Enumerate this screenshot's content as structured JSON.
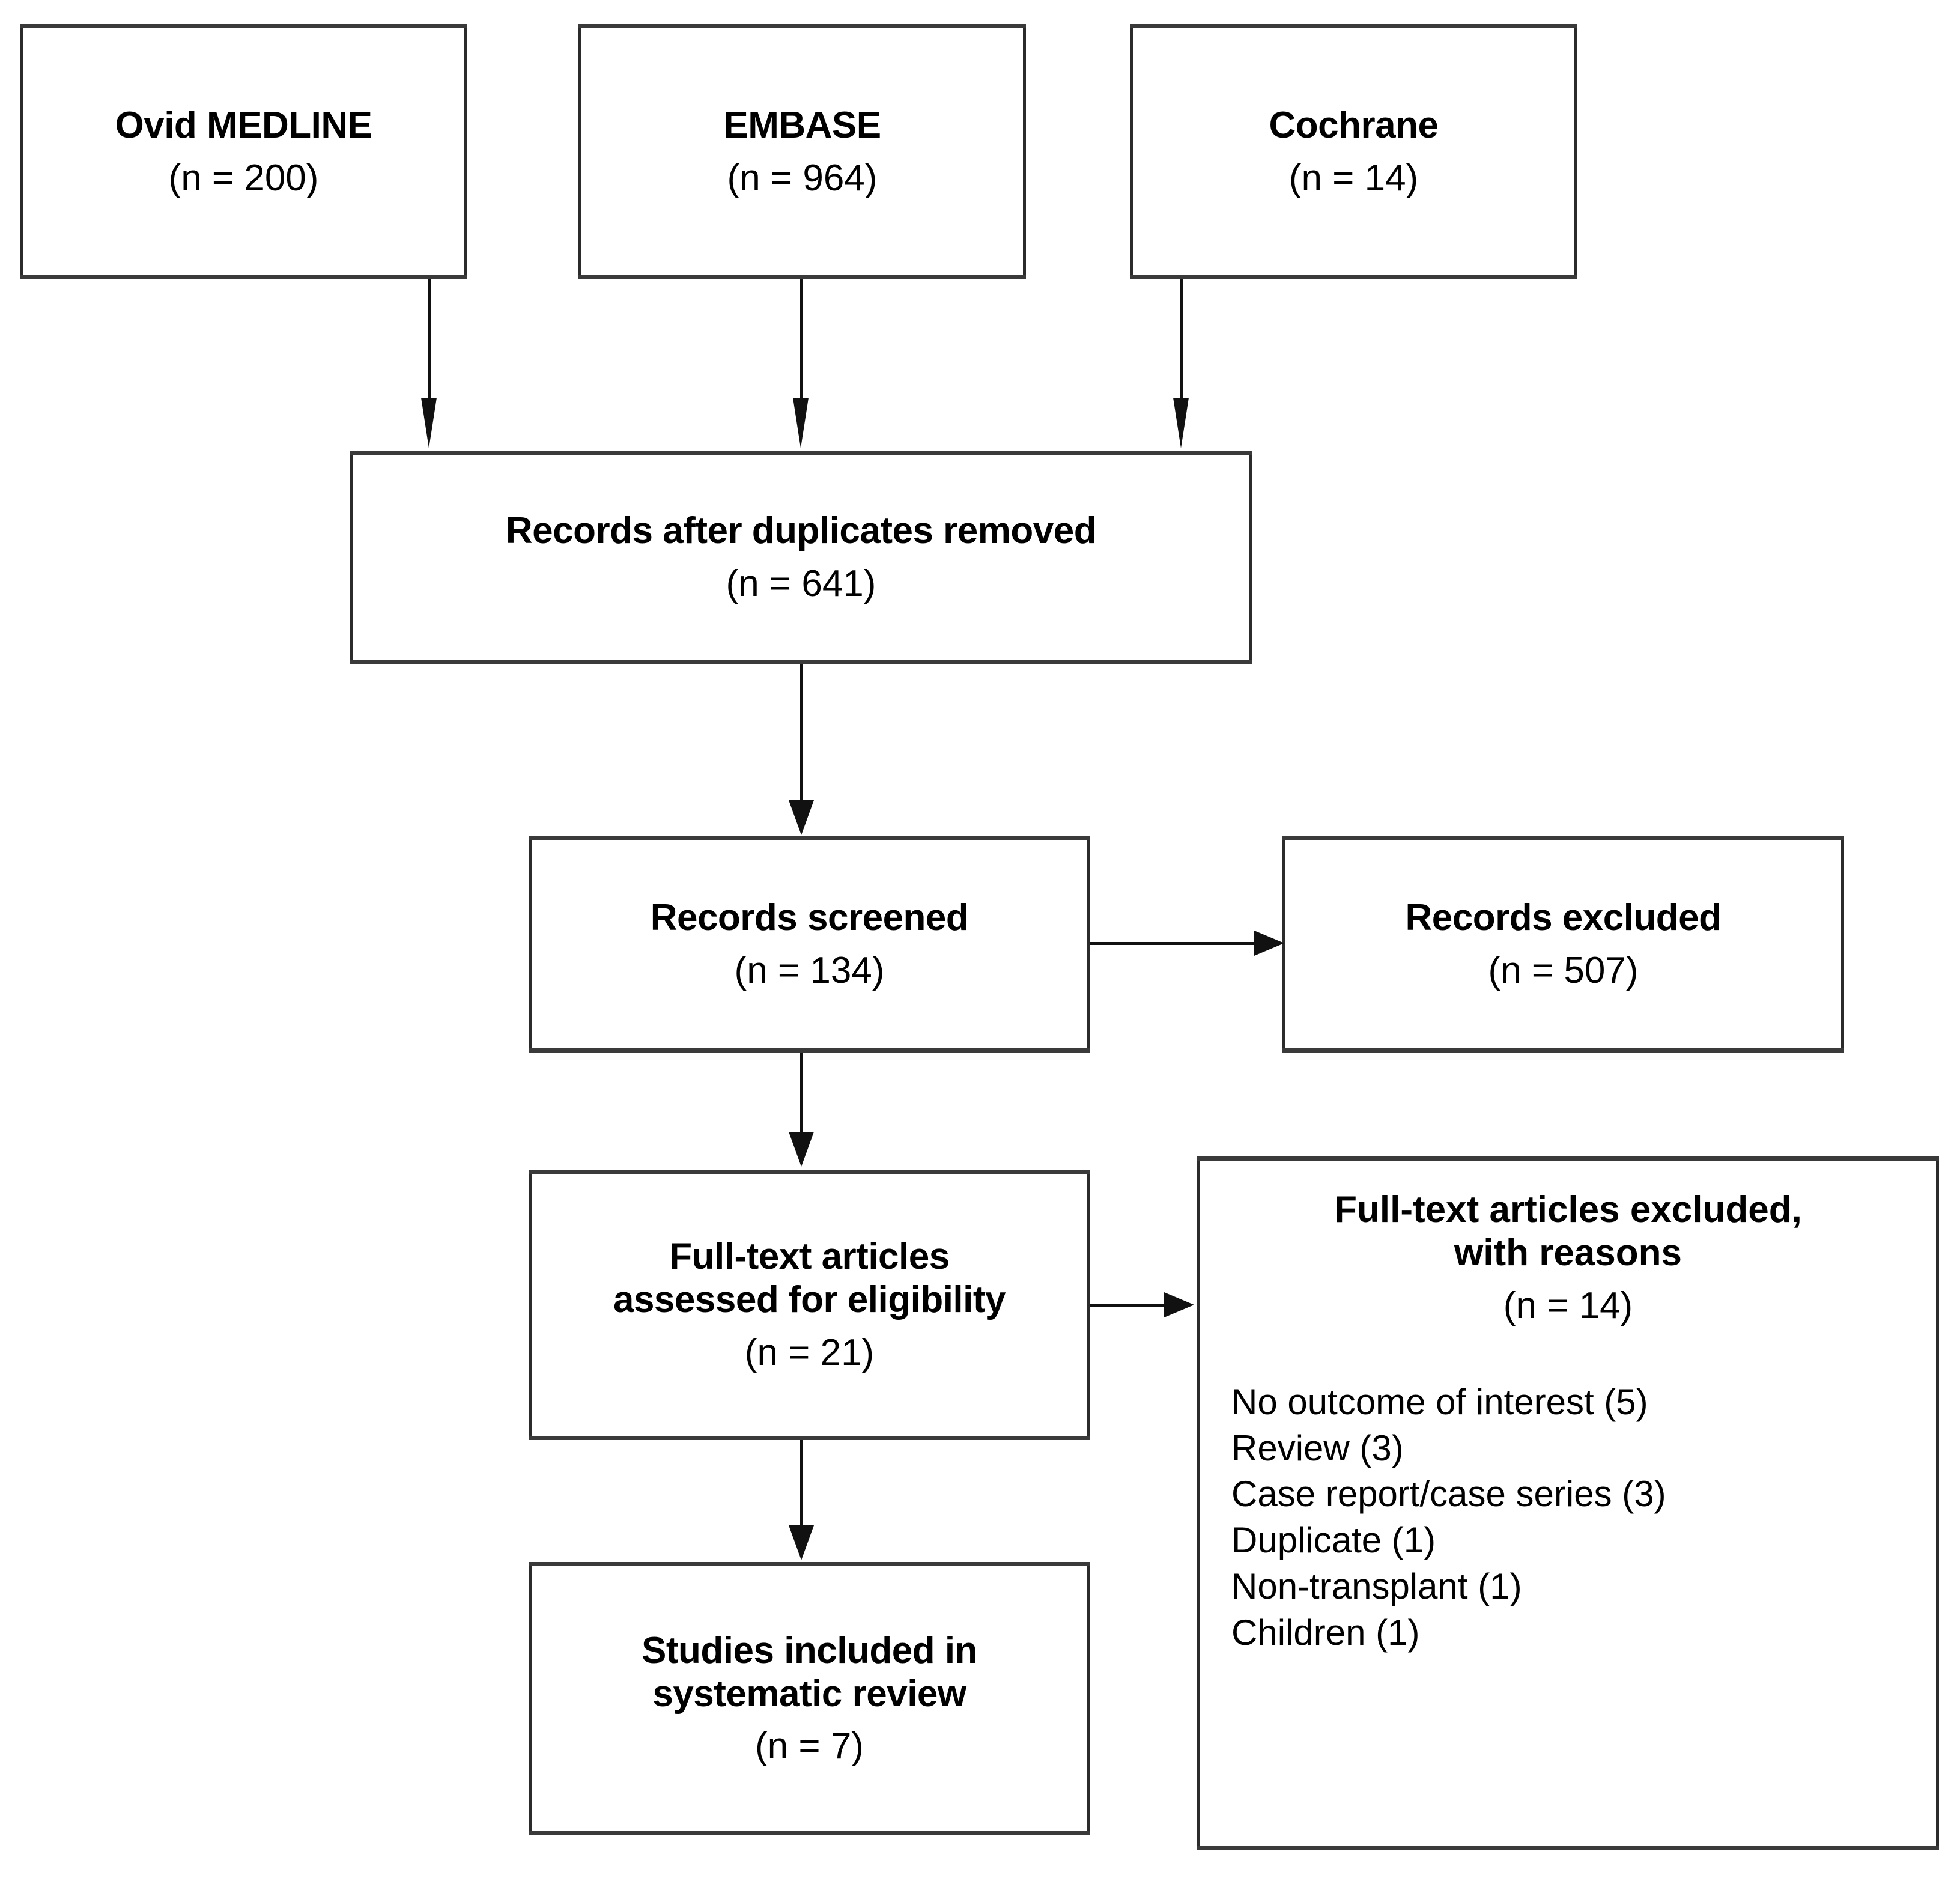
{
  "diagram": {
    "type": "PRISMA flow diagram",
    "boxes": {
      "medline": {
        "title": "Ovid MEDLINE",
        "n": "(n = 200)"
      },
      "embase": {
        "title": "EMBASE",
        "n": "(n = 964)"
      },
      "cochrane": {
        "title": "Cochrane",
        "n": "(n = 14)"
      },
      "dedup": {
        "title": "Records after duplicates removed",
        "n": "(n = 641)"
      },
      "screened": {
        "title": "Records screened",
        "n": "(n = 134)"
      },
      "excluded": {
        "title": "Records excluded",
        "n": "(n = 507)"
      },
      "fulltext": {
        "title": "Full-text articles\nassessed for eligibility",
        "n": "(n = 21)"
      },
      "reasons": {
        "title": "Full-text articles excluded,\nwith reasons",
        "n": "(n = 14)",
        "items": [
          "No outcome of interest (5)",
          "Review (3)",
          "Case report/case series (3)",
          "Duplicate (1)",
          "Non-transplant (1)",
          "Children (1)"
        ]
      },
      "included": {
        "title": "Studies included in\nsystematic review",
        "n": "(n = 7)"
      }
    },
    "colors": {
      "box_border": "#2b2b2b",
      "box_fill": "#ffffff",
      "connector": "#111111",
      "text": "#000000"
    }
  }
}
